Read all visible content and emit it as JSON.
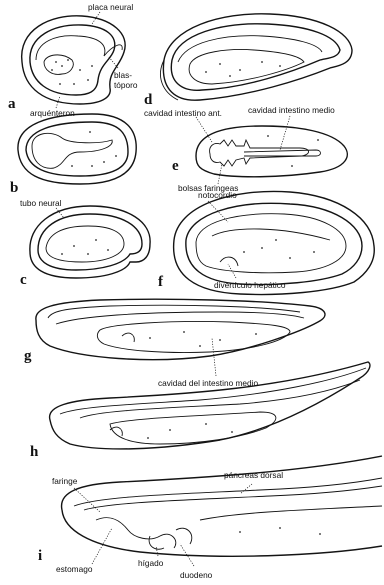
{
  "panels": [
    "a",
    "b",
    "c",
    "d",
    "e",
    "f",
    "g",
    "h",
    "i"
  ],
  "labels": {
    "placa_neural": "placa neural",
    "blastoporo_1": "blas-",
    "blastoporo_2": "tóporo",
    "arquenteron": "arquénteron",
    "cavidad_ant": "cavidad intestino ant.",
    "cavidad_medio_e": "cavidad intestino medio",
    "bolsas_faringeas": "bolsas faringeas",
    "tubo_neural": "tubo neural",
    "notocordio": "notocordio",
    "diverticulo_hepatico": "divertículo hepático",
    "cavidad_intestino_medio": "cavidad del intestino medio",
    "faringe": "faringe",
    "pancreas_dorsal": "páncreas dorsal",
    "estomago": "estomago",
    "higado": "hígado",
    "duodeno": "duodeno"
  }
}
